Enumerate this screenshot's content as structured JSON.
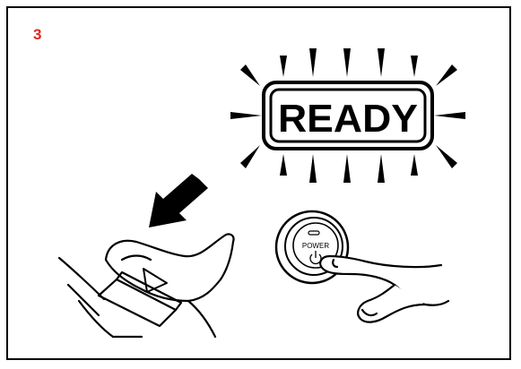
{
  "step_number": "3",
  "indicator_text": "READY",
  "button_label": "POWER",
  "colors": {
    "step_number": "#e0261a",
    "line": "#000000",
    "background": "#ffffff"
  },
  "icons": [
    "brake-pedal-icon",
    "press-arrow-icon",
    "power-button-icon",
    "finger-icon",
    "ready-indicator-icon",
    "power-symbol-icon"
  ]
}
